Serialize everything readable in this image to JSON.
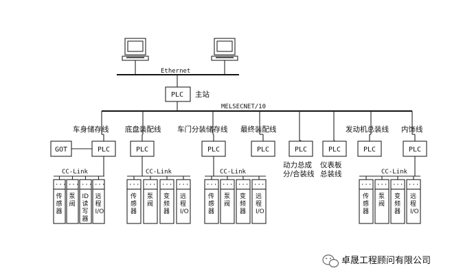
{
  "network": {
    "ethernet_label": "Ethernet",
    "melsecnet_label": "MELSECNET/10",
    "main_plc_label": "PLC",
    "main_station_label": "主站",
    "cclink_label": "CC-Link",
    "dots_label": "···"
  },
  "lines": [
    {
      "name": "车身储存线",
      "has_got": true,
      "got_label": "GOT",
      "plc_label": "PLC",
      "has_cclink": true,
      "devices": [
        "传\n感\n器",
        "泵\n\n阀",
        "ID\n读\n写\n器",
        "远\n程\nI/O"
      ]
    },
    {
      "name": "底盘装配线",
      "has_got": false,
      "plc_label": "PLC",
      "has_cclink": true,
      "devices": [
        "传\n感\n器",
        "泵\n\n阀",
        "变\n频\n器",
        "远\n程\nI/O"
      ]
    },
    {
      "name": "车门分装储存线",
      "has_got": false,
      "plc_label": "PLC",
      "has_cclink": true,
      "devices": [
        "传\n感\n器",
        "泵\n\n阀",
        "变\n频\n器",
        "远\n程\nI/O"
      ]
    },
    {
      "name": "最终装配线",
      "has_got": false,
      "plc_label": "PLC",
      "has_cclink": false,
      "devices": []
    },
    {
      "name": "动力总成\n分/合装线",
      "has_got": false,
      "plc_label": "PLC",
      "has_cclink": false,
      "devices": []
    },
    {
      "name": "仪表板\n总装线",
      "has_got": false,
      "plc_label": "PLC",
      "has_cclink": false,
      "devices": []
    },
    {
      "name": "发动机总装线",
      "has_got": false,
      "plc_label": "PLC",
      "has_cclink": false,
      "devices": []
    },
    {
      "name": "内饰线",
      "has_got": false,
      "plc_label": "PLC",
      "has_cclink": true,
      "devices": [
        "传\n感\n器",
        "泵\n\n阀",
        "变\n频\n器",
        "远\n程\nI/O"
      ]
    }
  ],
  "watermark": {
    "icon": "wechat-icon",
    "text": "卓晟工程顾问有限公司"
  }
}
